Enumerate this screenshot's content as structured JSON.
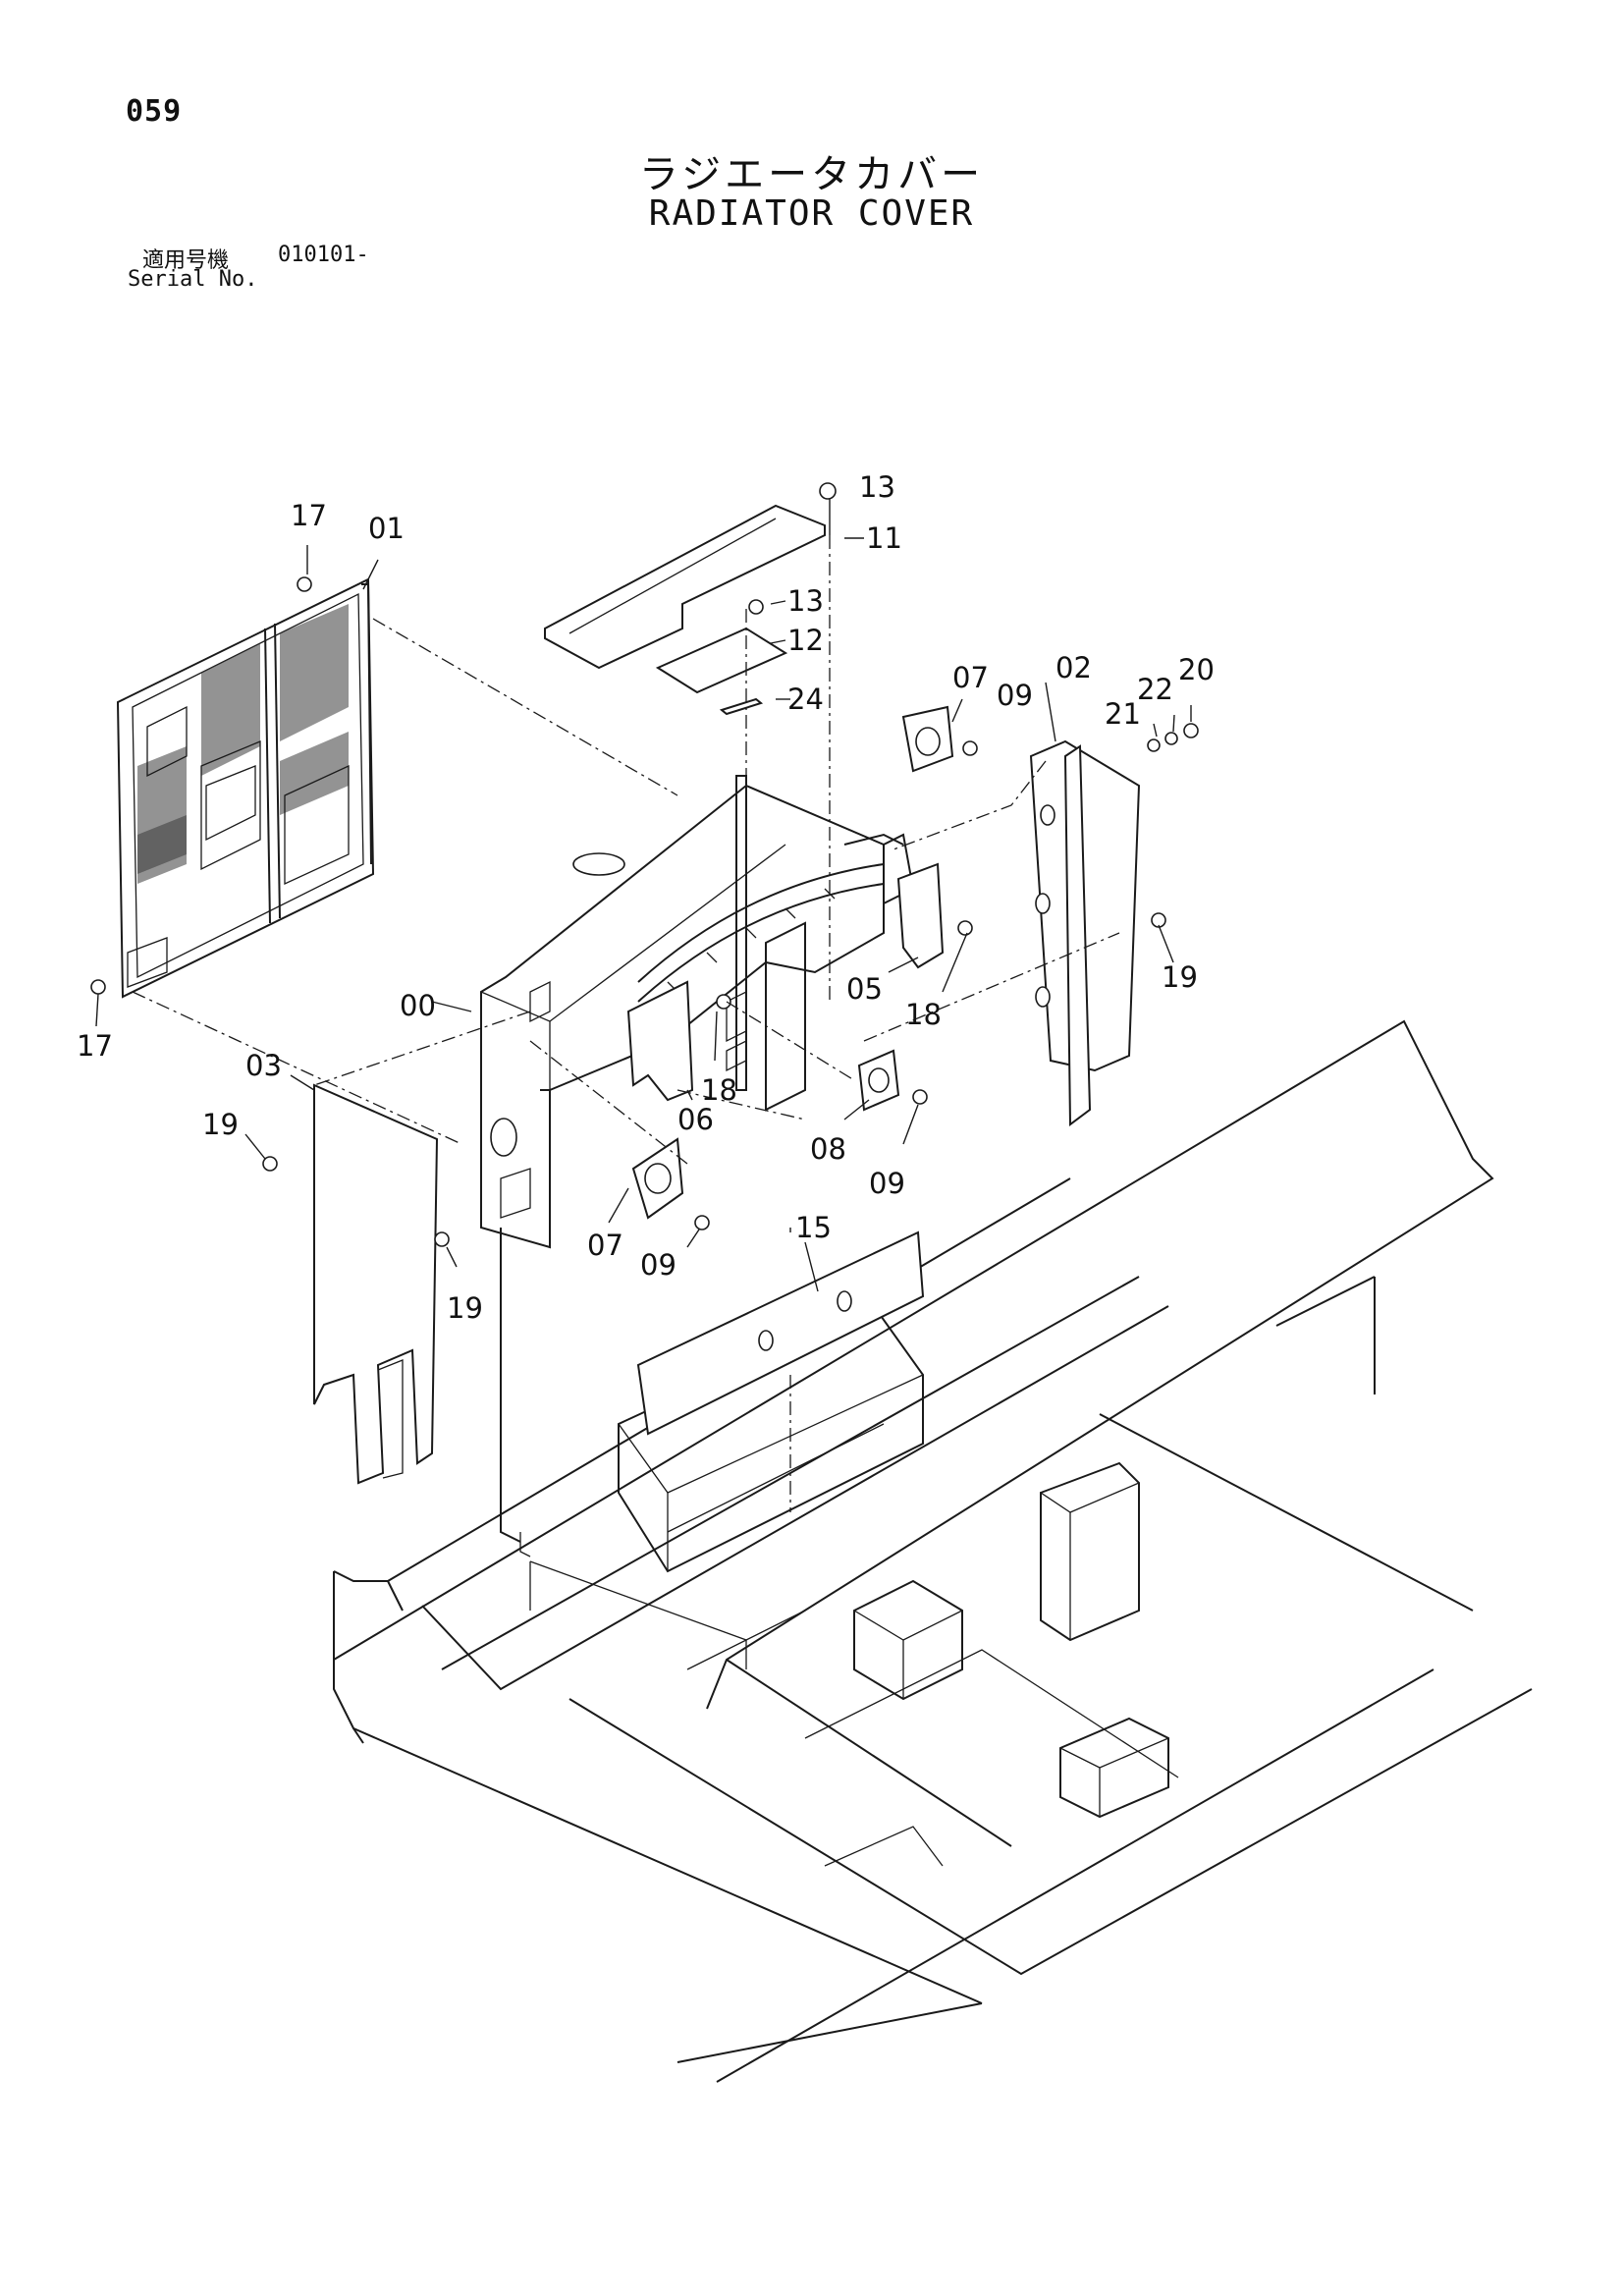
{
  "page_number": "059",
  "title_jp": "ラジエータカバー",
  "title_en": "RADIATOR COVER",
  "serial": {
    "label_jp": "適用号機",
    "value": "010101-",
    "label_en": "Serial No."
  },
  "callouts": {
    "c13a": "13",
    "c11": "11",
    "c13b": "13",
    "c12": "12",
    "c24": "24",
    "c17a": "17",
    "c01": "01",
    "c07a": "07",
    "c09a": "09",
    "c02": "02",
    "c21": "21",
    "c22": "22",
    "c20": "20",
    "c19a": "19",
    "c05": "05",
    "c18a": "18",
    "c00": "00",
    "c17b": "17",
    "c03": "03",
    "c19b": "19",
    "c18b": "18",
    "c06": "06",
    "c08": "08",
    "c09b": "09",
    "c07b": "07",
    "c09c": "09",
    "c19c": "19",
    "c15": "15"
  }
}
